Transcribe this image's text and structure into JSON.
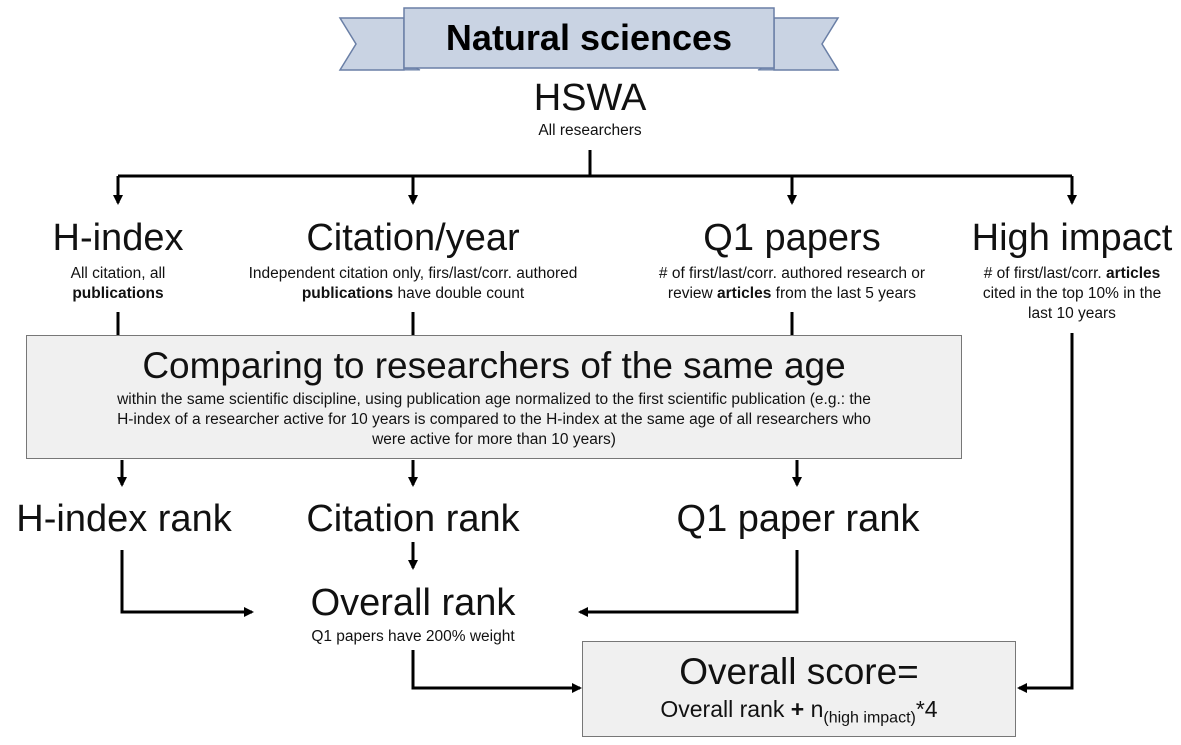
{
  "banner": {
    "title": "Natural sciences"
  },
  "root": {
    "title": "HSWA",
    "subtitle": "All researchers"
  },
  "metrics": {
    "hindex": {
      "title": "H-index",
      "desc_line1": "All citation, all",
      "desc_bold": "publications"
    },
    "citation": {
      "title": "Citation/year",
      "desc_line1": "Independent citation only, firs/last/corr. authored",
      "desc_bold": "publications",
      "desc_line2_rest": " have double count"
    },
    "q1": {
      "title": "Q1 papers",
      "desc_line1": "# of first/last/corr. authored research or",
      "desc_line2_pre": "review ",
      "desc_bold": "articles",
      "desc_line2_post": " from the last 5 years"
    },
    "high_impact": {
      "title": "High impact",
      "desc_line1_pre": "# of first/last/corr. ",
      "desc_bold": "articles",
      "desc_line2": "cited in the top 10% in the",
      "desc_line3": "last 10 years"
    }
  },
  "comparison": {
    "title": "Comparing to researchers of the same age",
    "line1": "within the same scientific discipline, using publication age normalized to the first scientific publication (e.g.: the",
    "line2": "H-index of a researcher active for 10 years is compared to the H-index at the same age of all researchers who",
    "line3": "were active for more than 10 years)"
  },
  "ranks": {
    "hindex": "H-index rank",
    "citation": "Citation rank",
    "q1": "Q1 paper rank"
  },
  "overall_rank": {
    "title": "Overall rank",
    "note": "Q1 papers have 200% weight"
  },
  "overall_score": {
    "title": "Overall score=",
    "formula_pre": "Overall rank ",
    "formula_plus": "+",
    "formula_n": " n",
    "formula_sub": "(high impact)",
    "formula_post": "*4"
  },
  "colors": {
    "banner_fill": "#c9d3e3",
    "banner_stroke": "#6a7fa6",
    "box_fill": "#f0f0f0",
    "box_stroke": "#777777",
    "arrow": "#000000"
  }
}
